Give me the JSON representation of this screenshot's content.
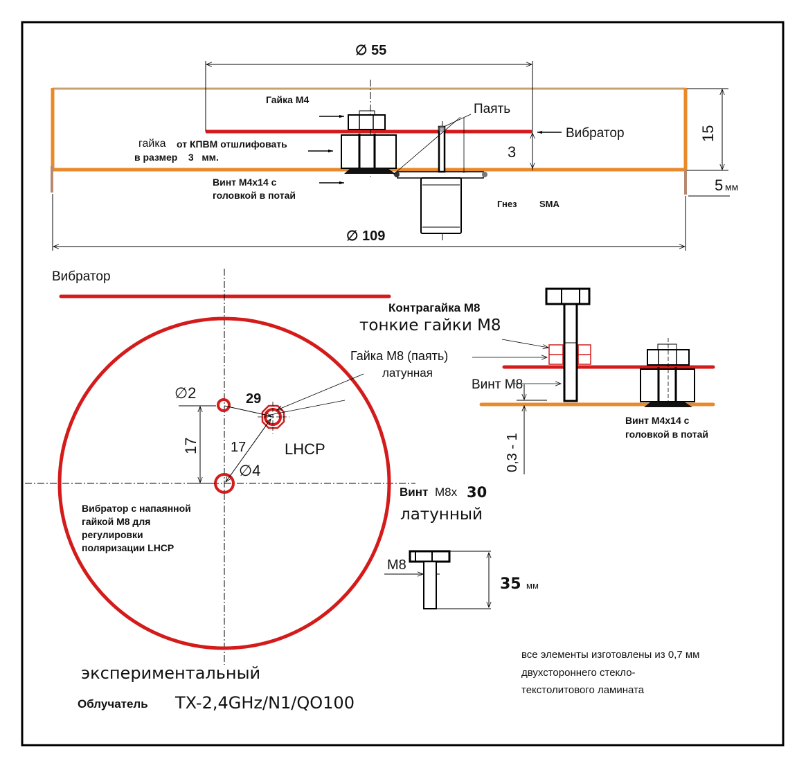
{
  "colors": {
    "vibrator": "#d41b1b",
    "reflector": "#e88a2a",
    "reflector_edge": "#c8a070",
    "solder": "#b58a70",
    "line": "#000000"
  },
  "side_view": {
    "dim_vibrator_diameter": "∅ 55",
    "dim_reflector_diameter": "∅ 109",
    "dim_height": "15",
    "dim_gap": "3",
    "dim_rim": "5",
    "dim_rim_unit": "мм",
    "label_nut_m4": "Гайка М4",
    "label_solder": "Паять",
    "label_vibrator": "Вибратор",
    "label_nut_note_1a": "гайка",
    "label_nut_note_1b": "от КПВМ отшлифовать",
    "label_nut_note_2": "в размер    3   мм.",
    "label_screw_line1": "Винт М4х14 с",
    "label_screw_line2": "головкой в потай",
    "label_sma_a": "Гнез",
    "label_sma_b": "SMA"
  },
  "top_view": {
    "label_vibrator": "Вибратор",
    "dim_hole_small": "∅2",
    "dim_hole_large": "∅4",
    "dim_29": "29",
    "dim_17_vertical": "17",
    "dim_17_diag": "17",
    "label_lhcp": "LHCP",
    "note_line1": "Вибратор с напаянной",
    "note_line2": "гайкой М8 для",
    "note_line3": "регулировки",
    "note_line4": "поляризации LHCP"
  },
  "adjust_view": {
    "label_locknut": "Контрагайка М8",
    "label_thin_nuts": "тонкие гайки М8",
    "label_nut_m8_line1": "Гайка М8 (паять)",
    "label_nut_m8_line2": "латунная",
    "label_screw_m8": "Винт М8",
    "dim_gap": "0,3 - 1",
    "label_screw_line1": "Винт М4х14 с",
    "label_screw_line2": "головкой в потай",
    "label_bolt_a": "Винт",
    "label_bolt_b": "М8х",
    "label_bolt_c": "30",
    "label_bolt_line2": "латунный"
  },
  "bolt_view": {
    "label_thread": "М8",
    "dim_length": "35",
    "dim_unit": "мм"
  },
  "notes": {
    "material_line1": "все элементы изготовлены из 0,7 мм",
    "material_line2": "двухстороннего стекло-",
    "material_line3": "текстолитового ламината"
  },
  "title": {
    "line1": "экспериментальный",
    "prefix": "Облучатель",
    "model": "TX-2,4GHz/N1/QO100"
  }
}
